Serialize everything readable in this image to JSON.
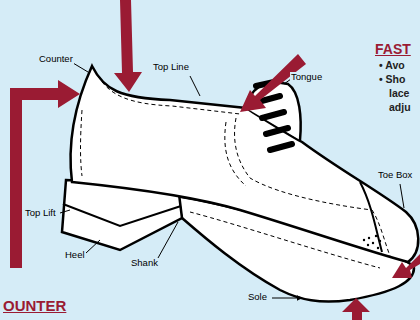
{
  "diagram": {
    "labels": [
      "Counter",
      "Top Line",
      "Tongue",
      "Toe Box",
      "Top Lift",
      "Heel",
      "Shank",
      "Sole",
      "FAST",
      "• Avo",
      "• Sho",
      "lace",
      "adju",
      "OUNTER"
    ]
  }
}
